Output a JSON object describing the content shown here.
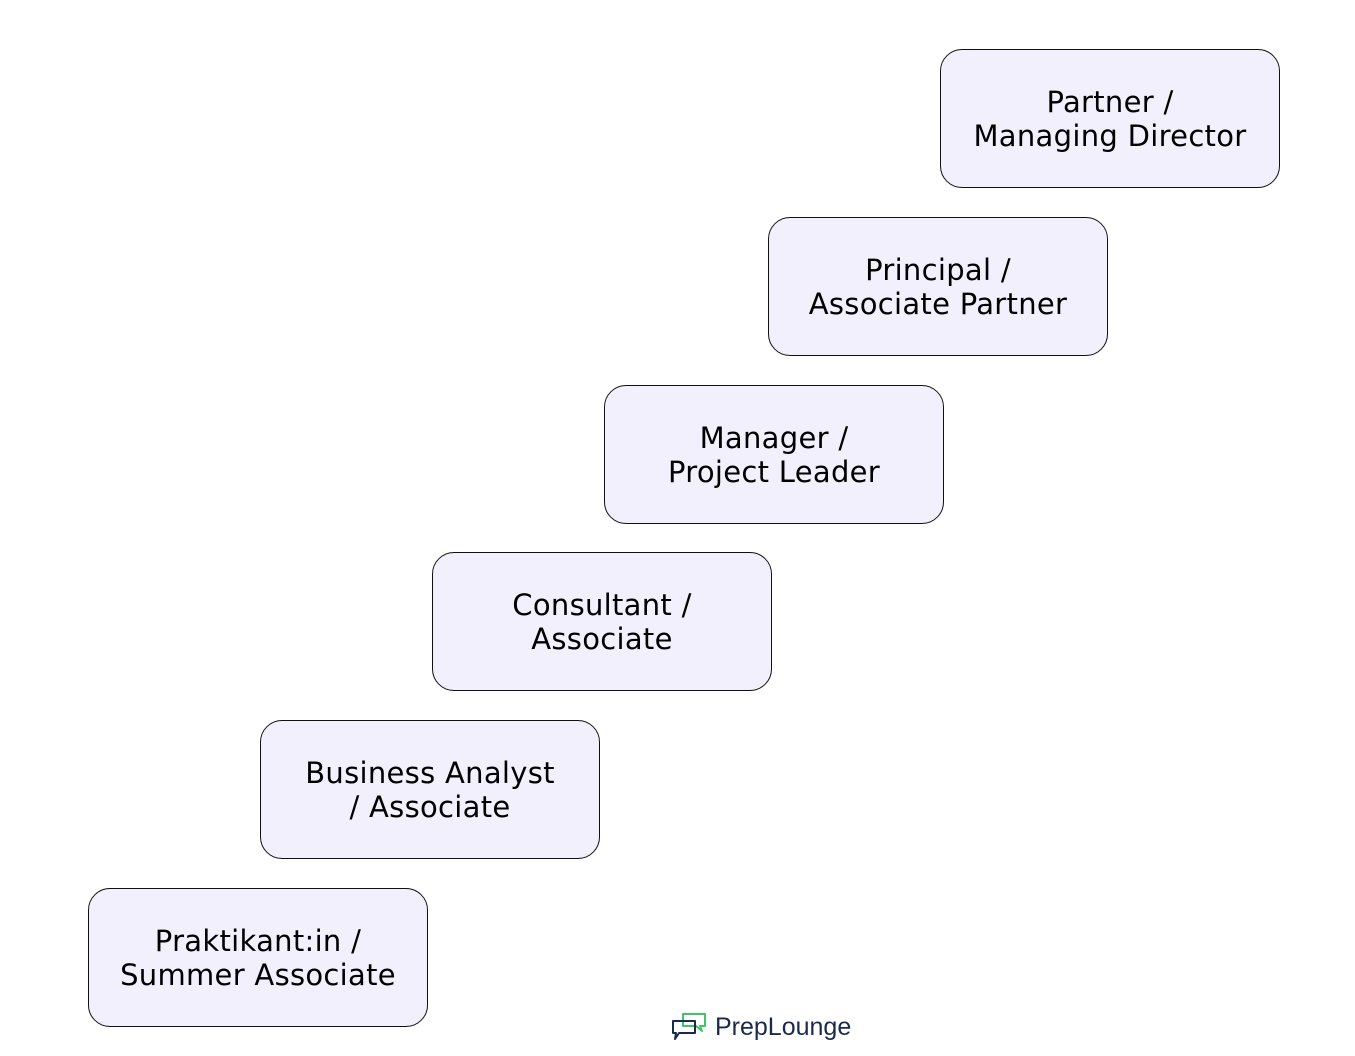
{
  "steps": [
    {
      "line1": "Praktikant:in /",
      "line2": "Summer Associate"
    },
    {
      "line1": "Business Analyst",
      "line2": "/ Associate"
    },
    {
      "line1": "Consultant /",
      "line2": "Associate"
    },
    {
      "line1": "Manager /",
      "line2": "Project Leader"
    },
    {
      "line1": "Principal /",
      "line2": "Associate Partner"
    },
    {
      "line1": "Partner /",
      "line2": "Managing Director"
    }
  ],
  "logo": {
    "text": "PrepLounge",
    "icon": "chat-bubbles-icon",
    "colors": {
      "dark": "#1a2a4d",
      "green": "#3ec46d"
    }
  }
}
